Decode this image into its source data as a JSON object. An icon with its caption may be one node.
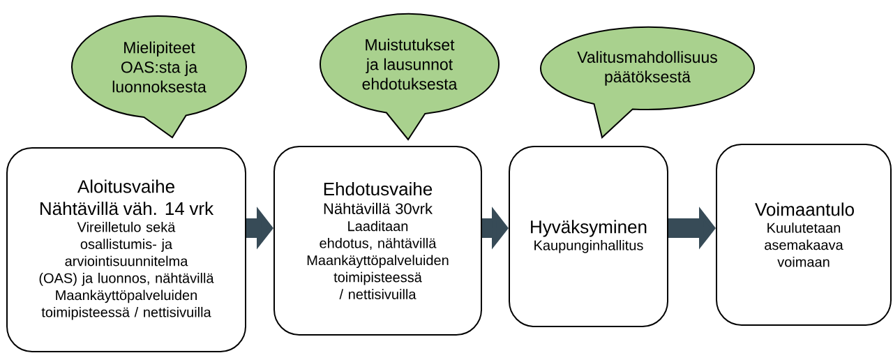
{
  "diagram": {
    "nodes": [
      {
        "text": [
          "Aloitusvaihe",
          "Nähtävillä väh. 14 vrk",
          "Vireilletulo sekä osallistumis- ja arviointisuunnitelma (OAS) ja luonnos, nähtävillä Maankäyttöpalveluiden toimipisteessä / nettisivuilla"
        ]
      },
      {
        "text": [
          "Ehdotusvaihe",
          "Nähtävillä 30vrk",
          "Laaditaan ehdotus, nähtävillä Maankäyttöpalveluiden toimipisteessä / nettisivuilla"
        ]
      },
      {
        "text": [
          "Hyväksyminen",
          "Kaupunginhallitus"
        ]
      },
      {
        "text": [
          "Voimaantulo",
          "Kuulutetaan asemakaava voimaan"
        ]
      },
      {
        "text": [
          "Mielipiteet OAS:sta ja luonnoksesta"
        ]
      },
      {
        "text": [
          "Muistutukset ja lausunnot ehdotuksesta"
        ]
      },
      {
        "text": [
          "Valitusmahdollisuus päätöksestä"
        ]
      }
    ],
    "edges": [
      {
        "from": 0,
        "to": 1,
        "arrow": "to"
      },
      {
        "from": 1,
        "to": 2,
        "arrow": "to"
      },
      {
        "from": 2,
        "to": 3,
        "arrow": "to"
      }
    ]
  }
}
